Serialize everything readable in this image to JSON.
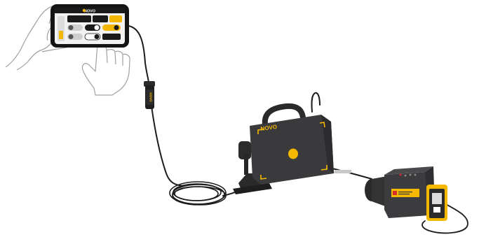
{
  "scene": {
    "phone": {
      "app_logo": "NOVO",
      "screen_bg": "#f2f2f2",
      "header_color": "#1a1a1a",
      "accent": "#f2b705"
    },
    "dongle": {
      "logo": "NOVO"
    },
    "panel": {
      "logo": "NOVO"
    },
    "colors": {
      "device_body": "#3a3a3c",
      "accent_yellow": "#f5b800",
      "cable": "#1c1c1c",
      "skin_outline": "#9a9a9a"
    }
  }
}
